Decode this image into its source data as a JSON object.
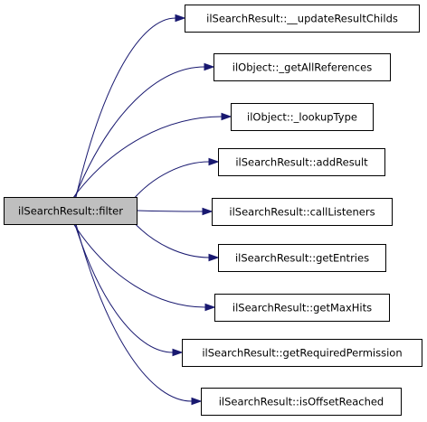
{
  "graph": {
    "root": {
      "label": "ilSearchResult::filter"
    },
    "targets": [
      {
        "id": "update-result-childs",
        "label": "ilSearchResult::__updateResultChilds"
      },
      {
        "id": "get-all-references",
        "label": "ilObject::_getAllReferences"
      },
      {
        "id": "lookup-type",
        "label": "ilObject::_lookupType"
      },
      {
        "id": "add-result",
        "label": "ilSearchResult::addResult"
      },
      {
        "id": "call-listeners",
        "label": "ilSearchResult::callListeners"
      },
      {
        "id": "get-entries",
        "label": "ilSearchResult::getEntries"
      },
      {
        "id": "get-max-hits",
        "label": "ilSearchResult::getMaxHits"
      },
      {
        "id": "get-required-permission",
        "label": "ilSearchResult::getRequiredPermission"
      },
      {
        "id": "is-offset-reached",
        "label": "ilSearchResult::isOffsetReached"
      }
    ],
    "colors": {
      "edge": "#191970",
      "root_fill": "#bfbfbf",
      "node_fill": "#ffffff",
      "border": "#000000"
    }
  }
}
